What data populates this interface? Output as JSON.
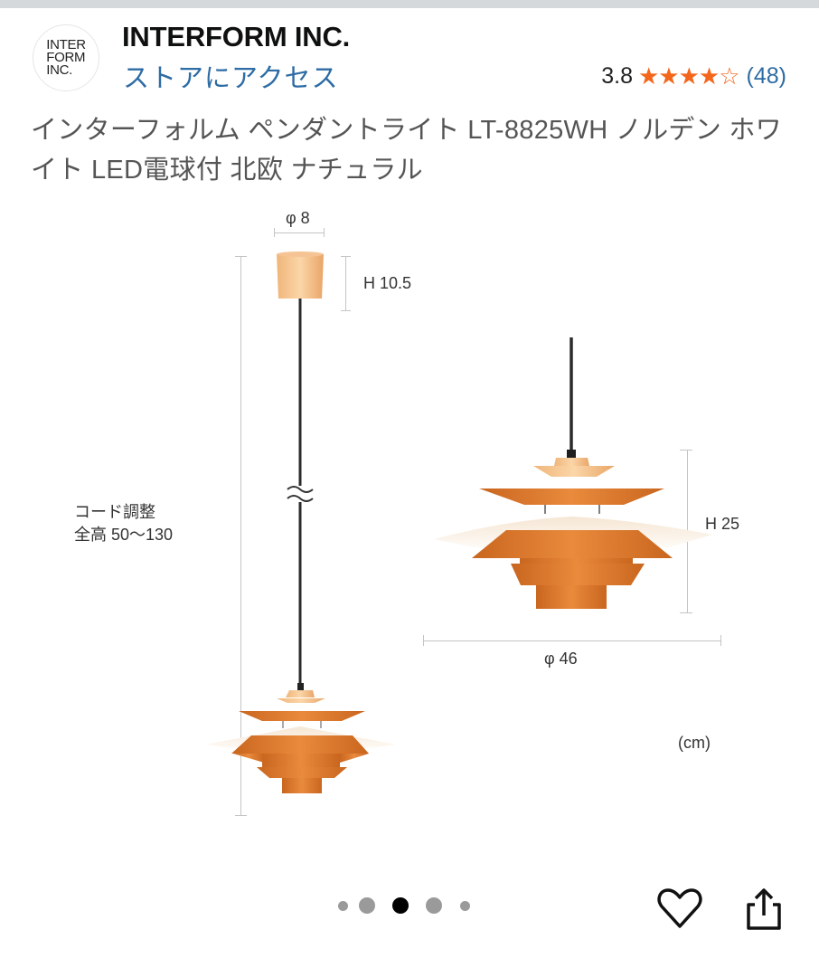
{
  "store": {
    "logo_text": "INTER\nFORM\nINC.",
    "name": "INTERFORM INC.",
    "link_label": "ストアにアクセス"
  },
  "rating": {
    "value": "3.8",
    "stars_filled": 4,
    "stars_total": 5,
    "star_filled_glyph": "★★★★",
    "star_empty_glyph": "☆",
    "count": "(48)",
    "color": "#f3661c"
  },
  "product": {
    "title": "インターフォルム ペンダントライト LT-8825WH ノルデン ホワイト LED電球付 北欧 ナチュラル"
  },
  "diagram": {
    "canopy_diameter": "φ 8",
    "canopy_height": "H 10.5",
    "cord_label_line1": "コード調整",
    "cord_label_line2": "全高 50〜130",
    "break_symbol": "≈",
    "shade_height": "H 25",
    "shade_diameter": "φ 46",
    "unit": "(cm)",
    "wood_color": "#e07a2e",
    "canopy_color": "#f4b27a"
  },
  "carousel": {
    "total": 5,
    "active_index": 2
  },
  "actions": {
    "favorite_icon": "heart-icon",
    "share_icon": "share-icon"
  },
  "colors": {
    "link": "#2e6ca4",
    "top_strip": "#d5d9dc",
    "title_text": "#555555"
  }
}
